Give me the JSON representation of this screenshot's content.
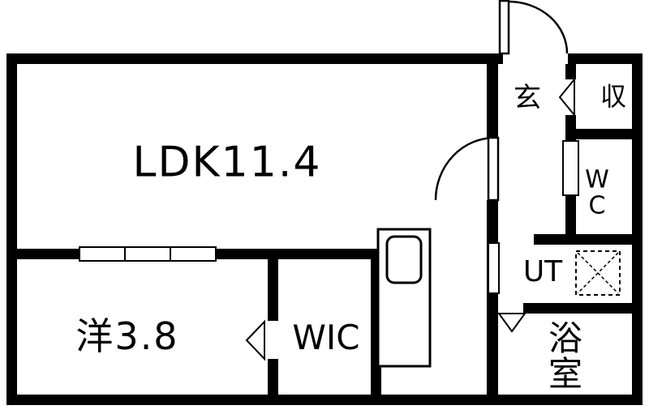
{
  "plan": {
    "kind": "japanese-apartment-floor-plan",
    "background_color": "#ffffff",
    "wall_color": "#000000",
    "line_color": "#000000"
  },
  "rooms": {
    "ldk": {
      "label": "LDK11.4"
    },
    "western": {
      "label": "洋3.8"
    },
    "wic": {
      "label": "WIC"
    },
    "entrance": {
      "label": "玄"
    },
    "storage": {
      "label": "収"
    },
    "wc": {
      "label": "W\nC"
    },
    "utility": {
      "label": "UT"
    },
    "bathroom": {
      "label": "浴室"
    }
  },
  "symbols": {
    "front_door": "quarter-arc-swing-door",
    "ldk_door": "quarter-arc-swing-door",
    "storage_door": "left-triangle-door",
    "wic_door": "left-triangle-door",
    "bathroom_door": "down-triangle-door",
    "wc_door": "white-door-leaf",
    "utility_door": "white-door-leaf",
    "laundry_pan": "dashed-square-with-x",
    "kitchen_unit": "counter-with-rounded-sink",
    "ldk_partition": "three-panel-sliding-door"
  }
}
